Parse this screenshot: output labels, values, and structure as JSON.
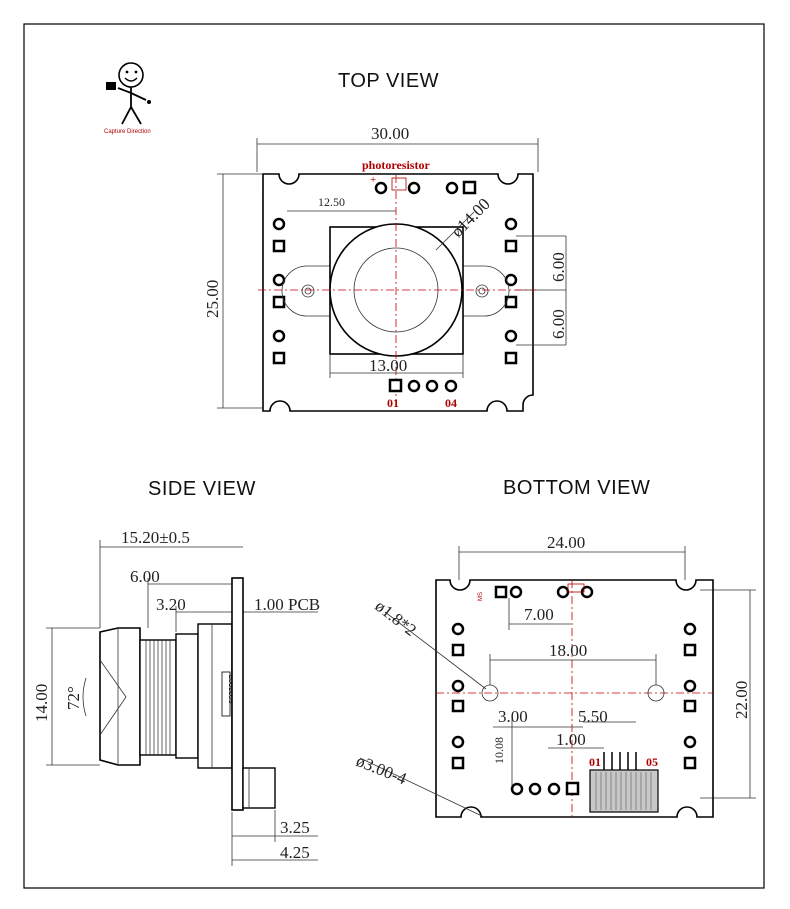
{
  "views": {
    "top": "TOP VIEW",
    "side": "SIDE VIEW",
    "bottom": "BOTTOM  VIEW"
  },
  "logo": {
    "caption": "Capture Direction",
    "icon": "stick-figure-photographer-icon"
  },
  "top_view": {
    "width": "30.00",
    "height": "25.00",
    "offset": "12.50",
    "lens_diameter": "ø14.00",
    "pitch_upper": "6.00",
    "pitch_lower": "6.00",
    "holder_width": "13.00",
    "photoresistor": "photoresistor",
    "pin_first": "01",
    "pin_last": "04"
  },
  "side_view": {
    "total_length": "15.20±0.5",
    "length_a": "6.00",
    "length_b": "3.20",
    "pcb": "1.00 PCB",
    "height": "14.00",
    "fov": "72°",
    "sensor_text": "LOUDLOS",
    "conn_a": "3.25",
    "conn_b": "4.25"
  },
  "bottom_view": {
    "width": "24.00",
    "height": "22.00",
    "hole_small": "ø1.8*2",
    "hole_large": "ø3.00-4",
    "hole_gap": "7.00",
    "hole_span": "18.00",
    "dim_a": "3.00",
    "dim_b": "5.50",
    "dim_c": "1.00",
    "dim_d": "10.08",
    "conn_first": "01",
    "conn_last": "05",
    "ms_label": "MS"
  },
  "colors": {
    "centerline": "#c00000",
    "label": "#b00000",
    "outline": "#000000"
  }
}
